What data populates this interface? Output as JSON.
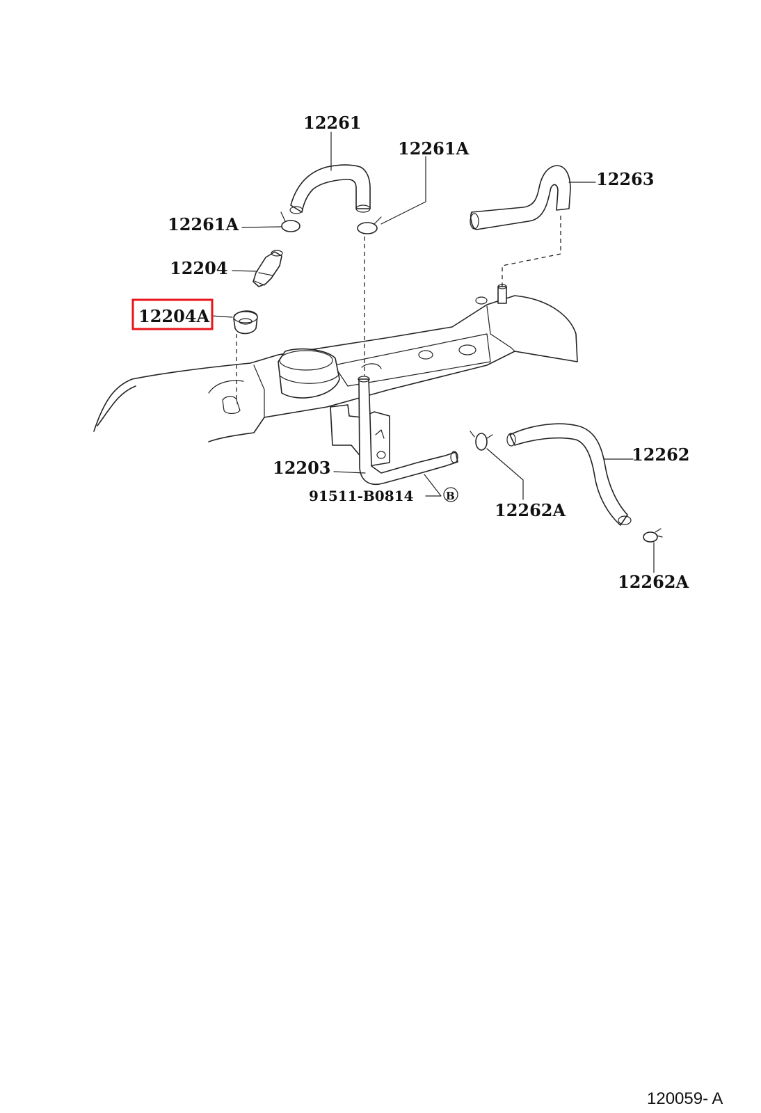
{
  "labels": {
    "p12261": "12261",
    "p12261A_top": "12261A",
    "p12261A_left": "12261A",
    "p12263": "12263",
    "p12204": "12204",
    "p12204A": "12204A",
    "p12203": "12203",
    "p91511": "91511-B0814",
    "p12262": "12262",
    "p12262A_mid": "12262A",
    "p12262A_low": "12262A",
    "ref_b": "B"
  },
  "highlight": {
    "part": "12204A",
    "color": "#e8141c"
  },
  "diagram_code": "120059- A"
}
